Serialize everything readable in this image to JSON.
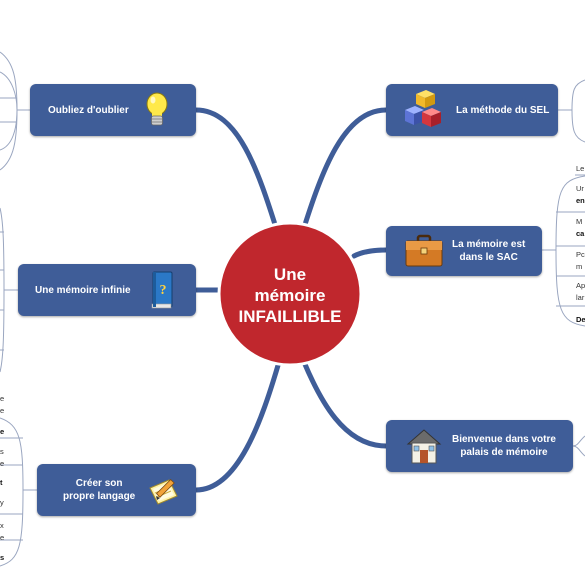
{
  "center": {
    "line1": "Une",
    "line2": "mémoire",
    "line3": "INFAILLIBLE",
    "color": "#c0272d"
  },
  "branches": {
    "oubliez": {
      "label": "Oubliez d'oublier",
      "icon": "lightbulb-icon"
    },
    "infinie": {
      "label": "Une mémoire infinie",
      "icon": "book-icon"
    },
    "langage": {
      "line1": "Créer son",
      "line2": "propre langage",
      "icon": "pencil-paper-icon"
    },
    "methode": {
      "label": "La méthode du SEL",
      "icon": "cubes-icon"
    },
    "sac": {
      "line1": "La mémoire est",
      "line2": "dans le SAC",
      "icon": "briefcase-icon"
    },
    "palais": {
      "line1": "Bienvenue dans votre",
      "line2": "palais de mémoire",
      "icon": "house-icon"
    }
  },
  "fragments": {
    "sac": {
      "f1": "Le",
      "f2": "Ur",
      "f3": "en",
      "f4": "M",
      "f5": "ca",
      "f6": "Pc",
      "f7": "m",
      "f8": "Ap",
      "f9": "lar",
      "f10": "De"
    },
    "langage": {
      "f1": "e",
      "f2": "e",
      "f3": "e",
      "f4": "s",
      "f5": "e",
      "f6": "t",
      "f7": "y",
      "f8": "x",
      "f9": "e",
      "f10": "s"
    }
  },
  "colors": {
    "node": "#3f5d98",
    "connector": "#3f5d98",
    "subline": "#9aa6c0"
  }
}
